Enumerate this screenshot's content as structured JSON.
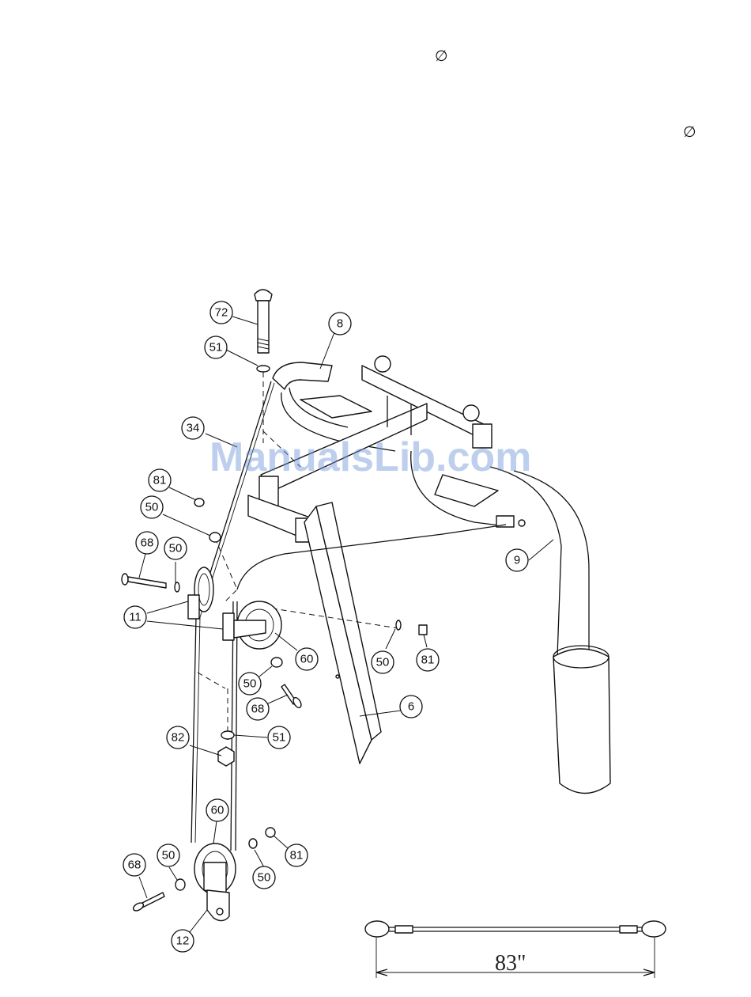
{
  "symbols": [
    "∅",
    "∅"
  ],
  "watermark": "ManualsLib.com",
  "callouts": {
    "p72": "72",
    "p51a": "51",
    "p8": "8",
    "p34": "34",
    "p81a": "81",
    "p50a": "50",
    "p68a": "68",
    "p50b": "50",
    "p11": "11",
    "p60a": "60",
    "p50c": "50",
    "p68b": "68",
    "p50d": "50",
    "p81b": "81",
    "p6": "6",
    "p9": "9",
    "p82": "82",
    "p51b": "51",
    "p60b": "60",
    "p50e": "50",
    "p68c": "68",
    "p50f": "50",
    "p81c": "81",
    "p12": "12"
  },
  "cable_length": "83\""
}
